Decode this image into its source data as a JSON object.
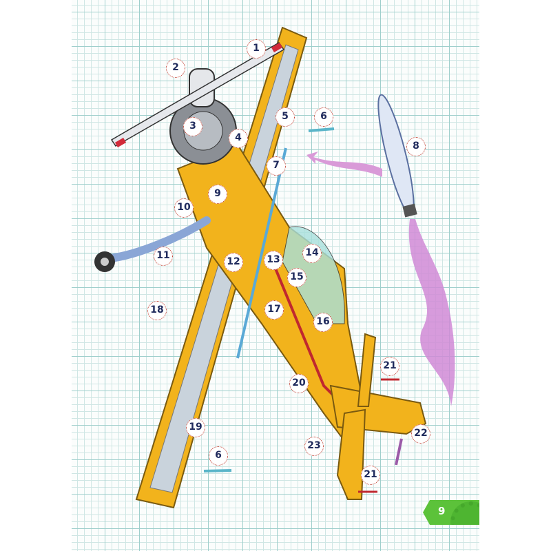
{
  "page_number": "9",
  "callouts": [
    {
      "label": "1"
    },
    {
      "label": "2"
    },
    {
      "label": "3"
    },
    {
      "label": "4"
    },
    {
      "label": "5"
    },
    {
      "label": "6"
    },
    {
      "label": "7"
    },
    {
      "label": "8"
    },
    {
      "label": "9"
    },
    {
      "label": "10"
    },
    {
      "label": "11"
    },
    {
      "label": "12"
    },
    {
      "label": "13"
    },
    {
      "label": "14"
    },
    {
      "label": "15"
    },
    {
      "label": "16"
    },
    {
      "label": "17"
    },
    {
      "label": "18"
    },
    {
      "label": "19"
    },
    {
      "label": "20"
    },
    {
      "label": "21"
    },
    {
      "label": "22"
    },
    {
      "label": "23"
    },
    {
      "label": "6"
    },
    {
      "label": "21"
    }
  ],
  "colors": {
    "airframe": "#f2b31c",
    "panel": "#c9d3dc",
    "accent_green": "#5cc23a",
    "callout_text": "#1f2a5c"
  }
}
